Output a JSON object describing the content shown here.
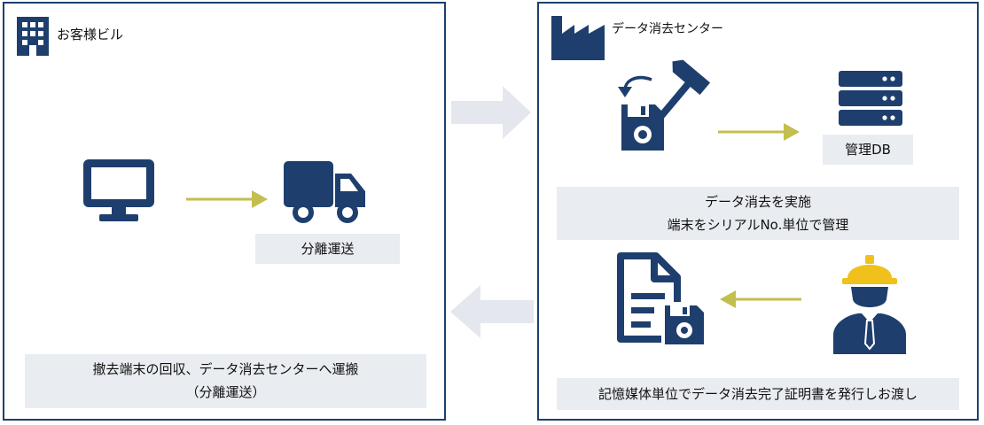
{
  "left_panel": {
    "title": "お客様ビル",
    "step_label": "分離運送",
    "caption_line1": "撤去端末の回収、データ消去センターへ運搬",
    "caption_line2": "（分離運送）"
  },
  "right_panel": {
    "title": "データ消去センター",
    "db_label": "管理DB",
    "caption_line1": "データ消去を実施",
    "caption_line2": "端末をシリアルNo.単位で管理",
    "bottom_caption": "記憶媒体単位でデータ消去完了証明書を発行しお渡し"
  },
  "colors": {
    "navy": "#1e3f6e",
    "arrow_olive": "#c2bf4e",
    "big_arrow": "#e4e8ee",
    "gray_box": "#e9ecf1",
    "helmet_yellow": "#f0c11a"
  }
}
